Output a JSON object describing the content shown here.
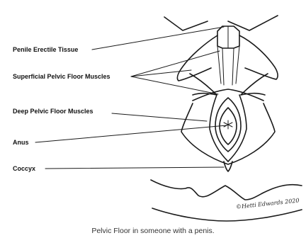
{
  "labels": {
    "penile_erectile_tissue": "Penile Erectile Tissue",
    "superficial_pelvic_floor_muscles": "Superficial Pelvic Floor Muscles",
    "deep_pelvic_floor_muscles": "Deep Pelvic Floor Muscles",
    "anus": "Anus",
    "coccyx": "Coccyx"
  },
  "signature": "©Hetti Edwards 2020",
  "caption": "Pelvic Floor in someone with a penis."
}
